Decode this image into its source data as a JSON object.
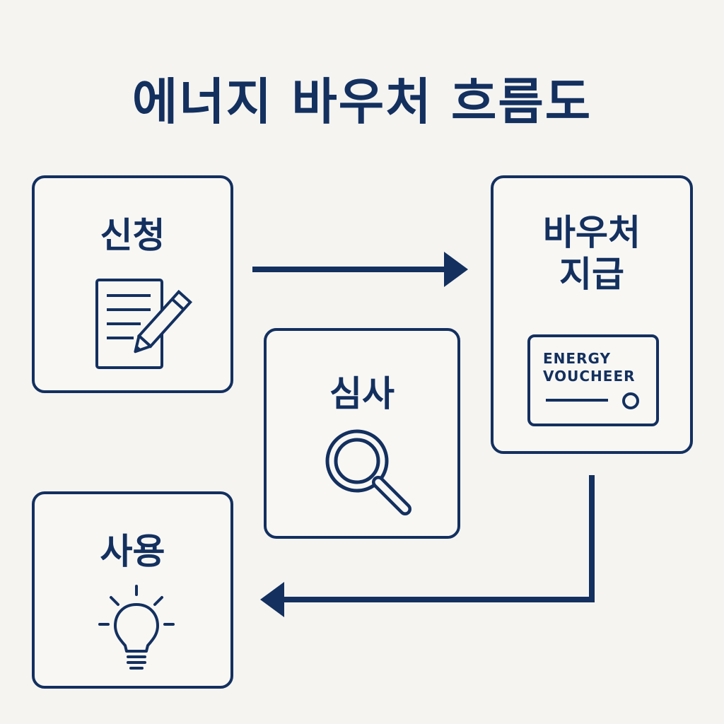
{
  "title": "에너지 바우처 흐름도",
  "colors": {
    "primary": "#13305f",
    "background": "#f5f4f1",
    "box_fill": "#f8f7f4"
  },
  "steps": {
    "apply": {
      "label": "신청",
      "icon": "document-pencil-icon"
    },
    "review": {
      "label": "심사",
      "icon": "magnifier-icon"
    },
    "issue": {
      "label": "바우처\n지급",
      "icon": "voucher-card-icon",
      "card_text": "ENERGY\nVOUCHEER"
    },
    "use": {
      "label": "사용",
      "icon": "lightbulb-icon"
    }
  },
  "connections": [
    {
      "from": "apply",
      "to": "issue",
      "style": "arrow"
    },
    {
      "from": "issue",
      "to": "use",
      "style": "elbow-arrow"
    }
  ]
}
